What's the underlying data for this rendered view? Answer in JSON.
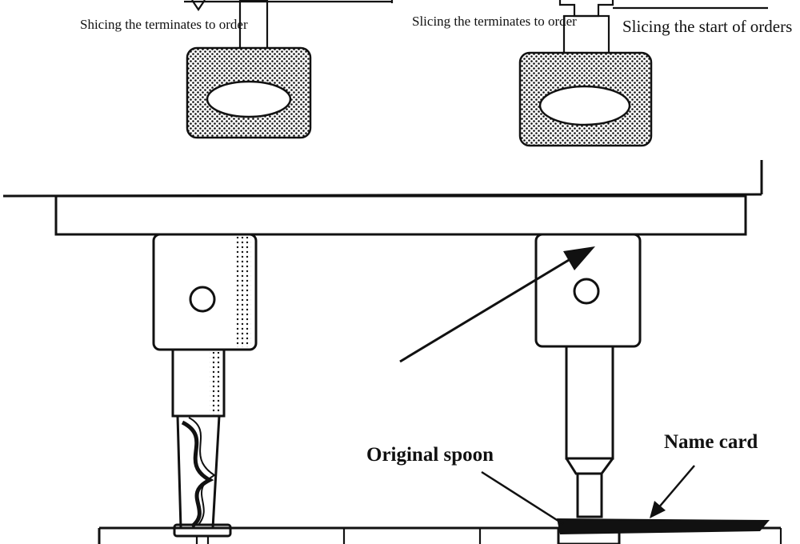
{
  "labels": {
    "left_top": "Shicing the terminates to order",
    "right_top_left": "Slicing the terminates to order",
    "right_top_right": "Slicing the start of orders",
    "original_spoon": "Original spoon",
    "name_card": "Name card"
  },
  "colors": {
    "ink": "#111111",
    "paper": "#ffffff"
  },
  "icons": [
    "left-handle-icon",
    "right-handle-icon",
    "drill-bit-icon",
    "pointer-arrow-icon"
  ]
}
